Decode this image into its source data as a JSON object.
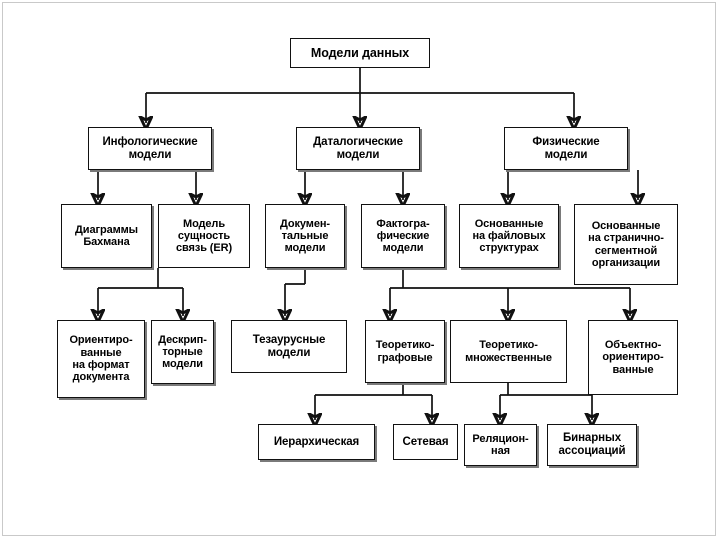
{
  "diagram": {
    "title": "Модели данных",
    "type": "hierarchy-tree",
    "nodes": {
      "root": {
        "label": "Модели данных",
        "level": 0
      },
      "infological": {
        "label": "Инфологические\nмодели",
        "level": 1
      },
      "datalogical": {
        "label": "Даталогические\nмодели",
        "level": 1
      },
      "physical": {
        "label": "Физические\nмодели",
        "level": 1
      },
      "bachman": {
        "label": "Диаграммы\nБахмана",
        "level": 2
      },
      "er": {
        "label": "Модель\nсущность\nсвязь (ER)",
        "level": 2
      },
      "documentary": {
        "label": "Докумен-\nтальные\nмодели",
        "level": 2
      },
      "factographic": {
        "label": "Фактогра-\nфические\nмодели",
        "level": 2
      },
      "file_based": {
        "label": "Основанные\nна файловых\nструктурах",
        "level": 2
      },
      "page_segment": {
        "label": "Основанные\nна странично-\nсегментной\nорганизации",
        "level": 2
      },
      "format_oriented": {
        "label": "Ориентиро-\nванные\nна формат\nдокумента",
        "level": 3
      },
      "descriptor": {
        "label": "Дескрип-\nторные\nмодели",
        "level": 3
      },
      "thesaurus": {
        "label": "Тезаурусные\nмодели",
        "level": 3
      },
      "graph_theoretic": {
        "label": "Теоретико-\nграфовые",
        "level": 3
      },
      "set_theoretic": {
        "label": "Теоретико-\nмножественные",
        "level": 3
      },
      "object_oriented": {
        "label": "Объектно-\nориентиро-\nванные",
        "level": 3
      },
      "hierarchical": {
        "label": "Иерархическая",
        "level": 4
      },
      "network": {
        "label": "Сетевая",
        "level": 4
      },
      "relational": {
        "label": "Реляцион-\nная",
        "level": 4
      },
      "binary_assoc": {
        "label": "Бинарных\nассоциаций",
        "level": 4
      }
    },
    "edges": [
      [
        "root",
        "infological"
      ],
      [
        "root",
        "datalogical"
      ],
      [
        "root",
        "physical"
      ],
      [
        "infological",
        "bachman"
      ],
      [
        "infological",
        "er"
      ],
      [
        "datalogical",
        "documentary"
      ],
      [
        "datalogical",
        "factographic"
      ],
      [
        "physical",
        "file_based"
      ],
      [
        "physical",
        "page_segment"
      ],
      [
        "bachman",
        "format_oriented"
      ],
      [
        "bachman",
        "descriptor"
      ],
      [
        "documentary",
        "thesaurus"
      ],
      [
        "factographic",
        "graph_theoretic"
      ],
      [
        "factographic",
        "set_theoretic"
      ],
      [
        "factographic",
        "object_oriented"
      ],
      [
        "graph_theoretic",
        "hierarchical"
      ],
      [
        "graph_theoretic",
        "network"
      ],
      [
        "set_theoretic",
        "relational"
      ],
      [
        "set_theoretic",
        "binary_assoc"
      ]
    ],
    "colors": {
      "background": "#ffffff",
      "box_border": "#111111",
      "text": "#000000",
      "connector": "#111111",
      "shadow": "#7a7a7a"
    }
  }
}
